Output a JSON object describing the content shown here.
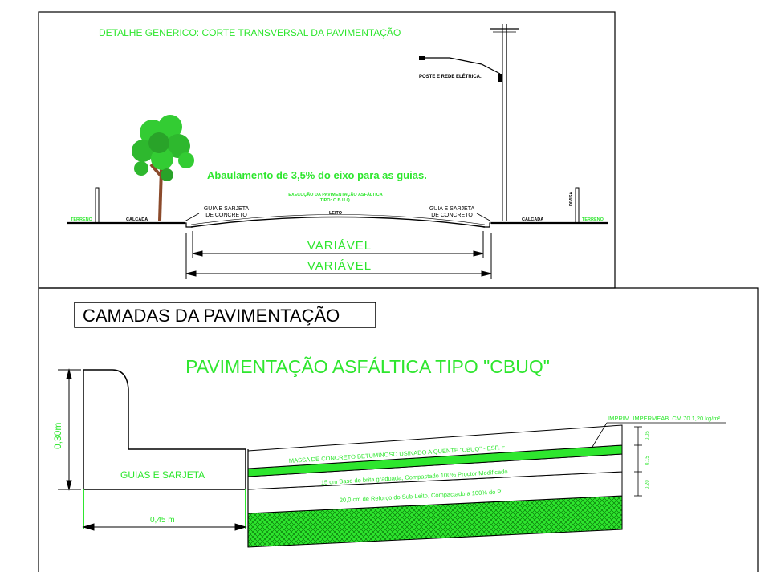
{
  "top_section": {
    "title": "DETALHE GENERICO: CORTE TRANSVERSAL DA PAVIMENTAÇÃO",
    "pole_label": "POSTE E REDE ELÉTRICA.",
    "slope_note": "Abaulamento de 3,5% do eixo para as guias.",
    "execution_line1": "EXECUÇÃO DA PAVIMENTAÇÃO ASFÁLTICA",
    "execution_line2": "TIPO: C.B.U.Q.",
    "leito": "LEITO",
    "curb_left_line1": "GUIA E SARJETA",
    "curb_left_line2": "DE CONCRETO",
    "curb_right_line1": "GUIA E SARJETA",
    "curb_right_line2": "DE CONCRETO",
    "terreno_left": "TERRENO",
    "calcada_left": "CALÇADA",
    "calcada_right": "CALÇADA",
    "divisa": "DIVISA",
    "terreno_right": "TERRENO",
    "dim_upper": "VARIÁVEL",
    "dim_lower": "VARIÁVEL"
  },
  "bottom_section": {
    "boxed_title": "CAMADAS DA PAVIMENTAÇÃO",
    "main_title": "PAVIMENTAÇÃO ASFÁLTICA TIPO \"CBUQ\"",
    "height_dim": "0,30m",
    "curb_label": "GUIAS E SARJETA",
    "width_dim": "0,45 m",
    "imprim_label": "IMPRIM. IMPERMEAB. CM 70 1,20 kg/m²",
    "layer_cbuq": "MASSA DE CONCRETO BETUMINOSO USINADO A QUENTE \"CBUQ\" - ESP. =",
    "layer_base": "15 cm Base de brita graduada, Compactado 100% Proctor Modificado",
    "layer_subbase": "20,0 cm de Reforço do Sub-Leito, Compactado a 100% do PI",
    "thk_1": "0,05",
    "thk_2": "0,15",
    "thk_3": "0,20"
  },
  "colors": {
    "accent_green": "#2ee62e",
    "line": "#000000"
  }
}
